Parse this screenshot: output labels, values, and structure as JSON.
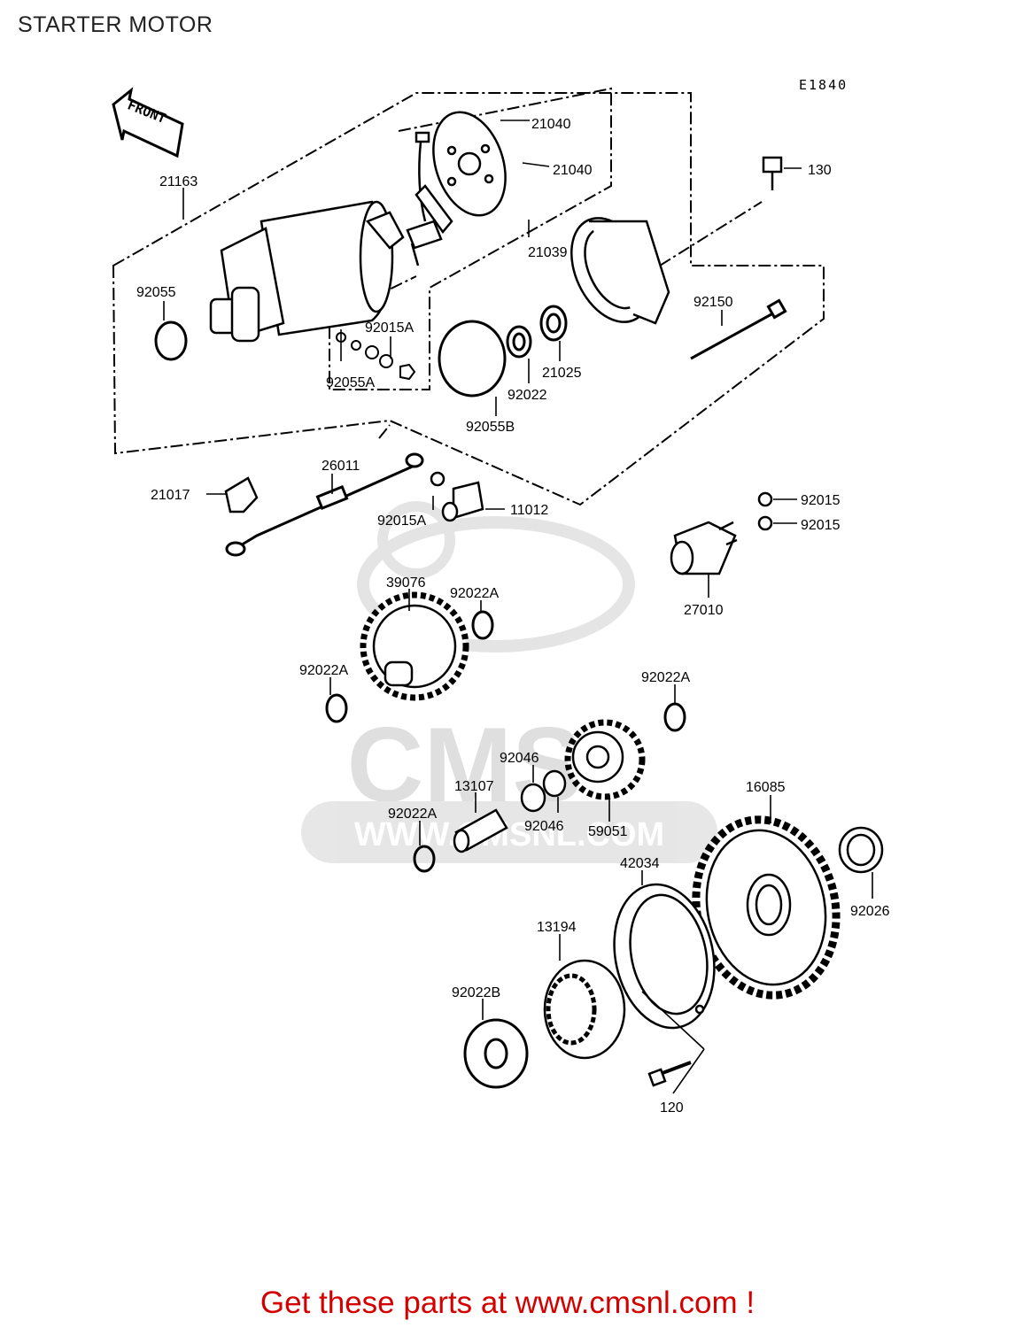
{
  "title": "STARTER MOTOR",
  "diagram_code": "E1840",
  "front_label": "FRONT",
  "watermark": {
    "brand": "CMS",
    "url": "WWW.CMSNL.COM"
  },
  "footer": "Get these parts at www.cmsnl.com !",
  "parts": [
    {
      "id": "p21040a",
      "label": "21040"
    },
    {
      "id": "p21040b",
      "label": "21040"
    },
    {
      "id": "p130",
      "label": "130"
    },
    {
      "id": "p21163",
      "label": "21163"
    },
    {
      "id": "p21039",
      "label": "21039"
    },
    {
      "id": "p92055",
      "label": "92055"
    },
    {
      "id": "p92150",
      "label": "92150"
    },
    {
      "id": "p92015A1",
      "label": "92015A"
    },
    {
      "id": "p92055A",
      "label": "92055A"
    },
    {
      "id": "p21025",
      "label": "21025"
    },
    {
      "id": "p92022",
      "label": "92022"
    },
    {
      "id": "p92055B",
      "label": "92055B"
    },
    {
      "id": "p26011",
      "label": "26011"
    },
    {
      "id": "p21017",
      "label": "21017"
    },
    {
      "id": "p11012",
      "label": "11012"
    },
    {
      "id": "p92015A2",
      "label": "92015A"
    },
    {
      "id": "p92015a",
      "label": "92015"
    },
    {
      "id": "p92015b",
      "label": "92015"
    },
    {
      "id": "p27010",
      "label": "27010"
    },
    {
      "id": "p39076",
      "label": "39076"
    },
    {
      "id": "p92022A1",
      "label": "92022A"
    },
    {
      "id": "p92022A2",
      "label": "92022A"
    },
    {
      "id": "p92022A3",
      "label": "92022A"
    },
    {
      "id": "p92046a",
      "label": "92046"
    },
    {
      "id": "p92046b",
      "label": "92046"
    },
    {
      "id": "p13107",
      "label": "13107"
    },
    {
      "id": "p59051",
      "label": "59051"
    },
    {
      "id": "p16085",
      "label": "16085"
    },
    {
      "id": "p92022A4",
      "label": "92022A"
    },
    {
      "id": "p42034",
      "label": "42034"
    },
    {
      "id": "p92026",
      "label": "92026"
    },
    {
      "id": "p13194",
      "label": "13194"
    },
    {
      "id": "p92022B",
      "label": "92022B"
    },
    {
      "id": "p120",
      "label": "120"
    }
  ]
}
